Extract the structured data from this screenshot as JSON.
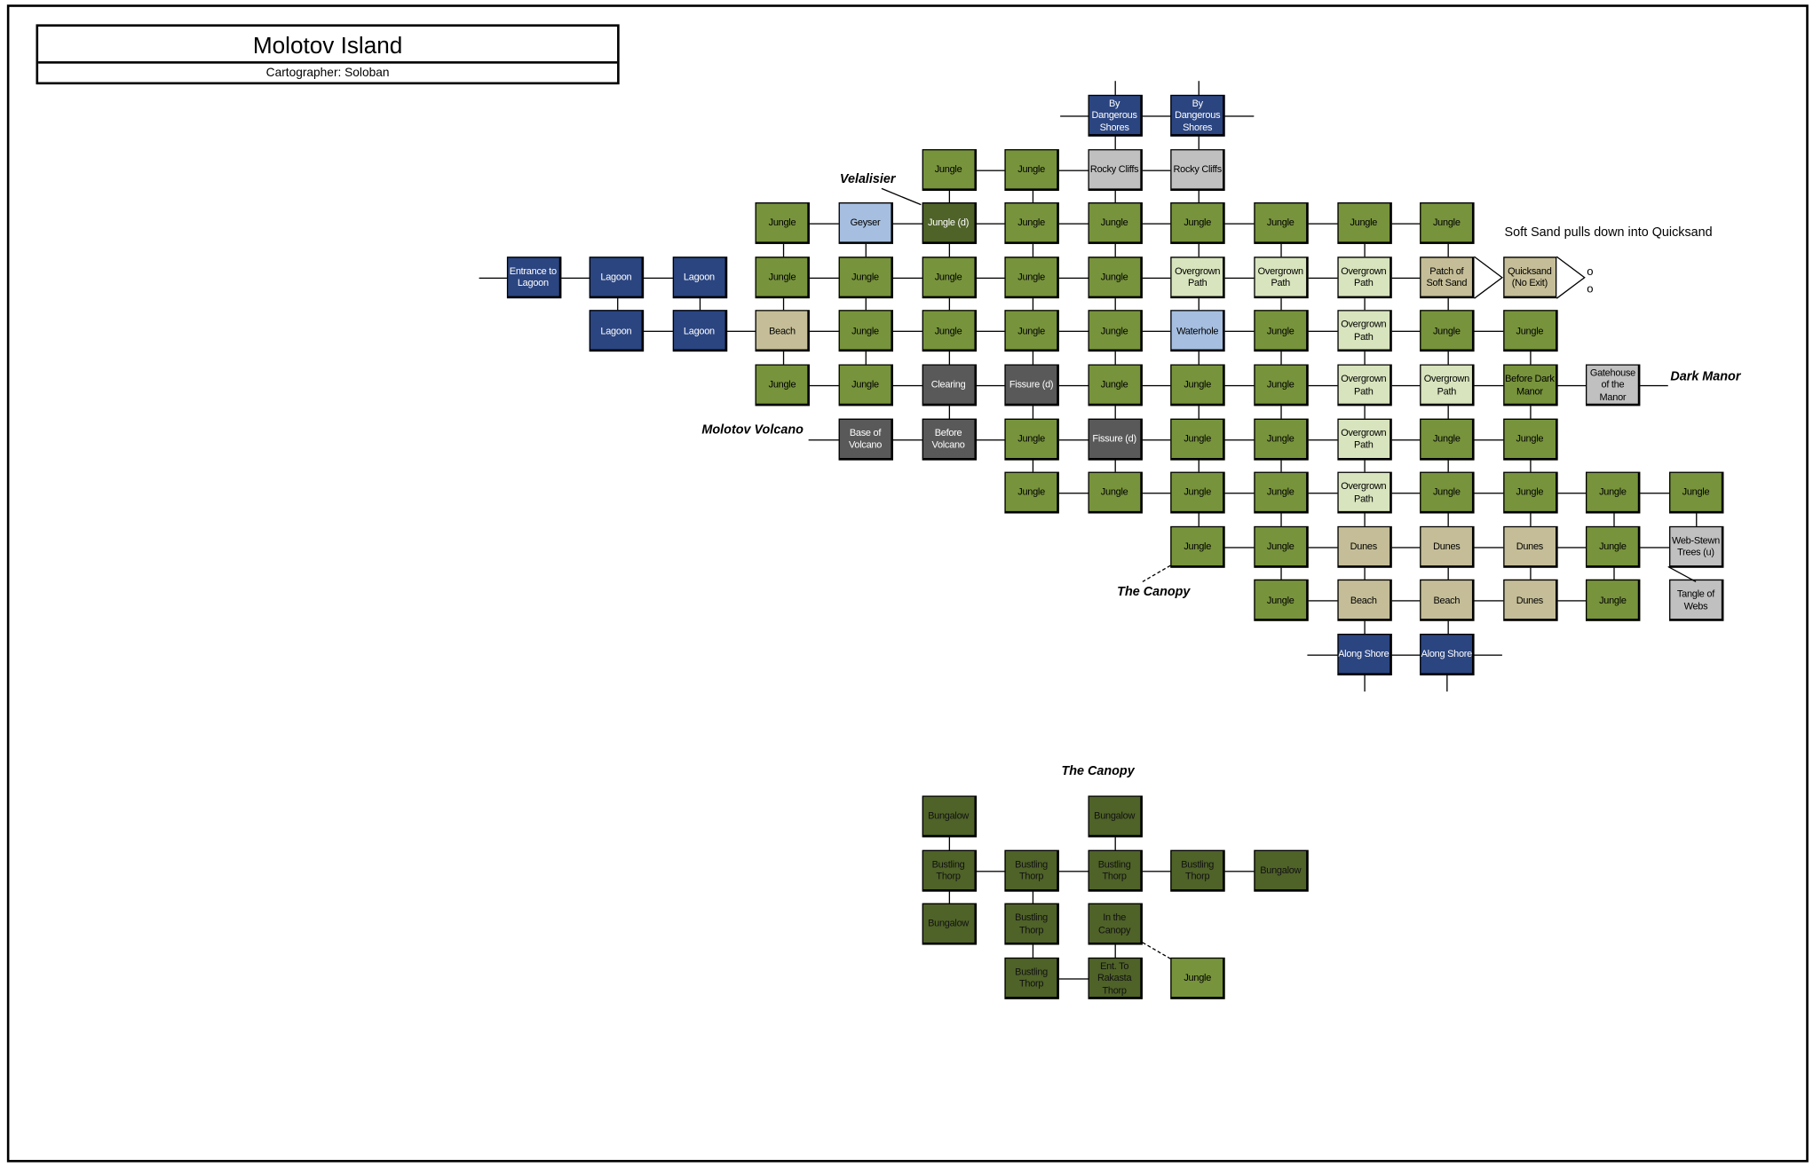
{
  "header": {
    "title": "Molotov Island",
    "subtitle": "Cartographer: Soloban"
  },
  "colors": {
    "navy": "#2b4581",
    "jungle": "#77933c",
    "djungle": "#4f6228",
    "sky": "#a6bfe0",
    "path": "#d8e4bd",
    "tan": "#c4bd97",
    "gray": "#c0c0c0",
    "dgray": "#595959"
  },
  "labels": {
    "velalisier": "Velalisier",
    "molotov_volcano": "Molotov Volcano",
    "dark_manor": "Dark Manor",
    "canopy_link": "The Canopy",
    "canopy_section": "The Canopy",
    "quicksand_note": "Soft Sand pulls down into Quicksand",
    "exit_marks": "o o"
  },
  "main_map": [
    [
      null,
      null,
      null,
      null,
      null,
      null,
      null,
      {
        "n": "By Dangerous Shores",
        "t": "navy"
      },
      {
        "n": "By Dangerous Shores",
        "t": "navy"
      }
    ],
    [
      null,
      null,
      null,
      null,
      null,
      {
        "n": "Jungle",
        "t": "jungle"
      },
      {
        "n": "Jungle",
        "t": "jungle"
      },
      {
        "n": "Rocky Cliffs",
        "t": "gray"
      },
      {
        "n": "Rocky Cliffs",
        "t": "gray"
      }
    ],
    [
      null,
      null,
      null,
      {
        "n": "Jungle",
        "t": "jungle"
      },
      {
        "n": "Geyser",
        "t": "sky"
      },
      {
        "n": "Jungle (d)",
        "t": "djungle"
      },
      {
        "n": "Jungle",
        "t": "jungle"
      },
      {
        "n": "Jungle",
        "t": "jungle"
      },
      {
        "n": "Jungle",
        "t": "jungle"
      },
      {
        "n": "Jungle",
        "t": "jungle"
      },
      {
        "n": "Jungle",
        "t": "jungle"
      },
      {
        "n": "Jungle",
        "t": "jungle"
      }
    ],
    [
      {
        "n": "Entrance to Lagoon",
        "t": "navy"
      },
      {
        "n": "Lagoon",
        "t": "navy"
      },
      {
        "n": "Lagoon",
        "t": "navy"
      },
      {
        "n": "Jungle",
        "t": "jungle"
      },
      {
        "n": "Jungle",
        "t": "jungle"
      },
      {
        "n": "Jungle",
        "t": "jungle"
      },
      {
        "n": "Jungle",
        "t": "jungle"
      },
      {
        "n": "Jungle",
        "t": "jungle"
      },
      {
        "n": "Overgrown Path",
        "t": "path"
      },
      {
        "n": "Overgrown Path",
        "t": "path"
      },
      {
        "n": "Overgrown Path",
        "t": "path"
      },
      {
        "n": "Patch of Soft Sand",
        "t": "tan"
      },
      {
        "n": "Quicksand (No Exit)",
        "t": "tan"
      }
    ],
    [
      null,
      {
        "n": "Lagoon",
        "t": "navy"
      },
      {
        "n": "Lagoon",
        "t": "navy"
      },
      {
        "n": "Beach",
        "t": "tan"
      },
      {
        "n": "Jungle",
        "t": "jungle"
      },
      {
        "n": "Jungle",
        "t": "jungle"
      },
      {
        "n": "Jungle",
        "t": "jungle"
      },
      {
        "n": "Jungle",
        "t": "jungle"
      },
      {
        "n": "Waterhole",
        "t": "sky"
      },
      {
        "n": "Jungle",
        "t": "jungle"
      },
      {
        "n": "Overgrown Path",
        "t": "path"
      },
      {
        "n": "Jungle",
        "t": "jungle"
      },
      {
        "n": "Jungle",
        "t": "jungle"
      }
    ],
    [
      null,
      null,
      null,
      {
        "n": "Jungle",
        "t": "jungle"
      },
      {
        "n": "Jungle",
        "t": "jungle"
      },
      {
        "n": "Clearing",
        "t": "dgray"
      },
      {
        "n": "Fissure (d)",
        "t": "dgray"
      },
      {
        "n": "Jungle",
        "t": "jungle"
      },
      {
        "n": "Jungle",
        "t": "jungle"
      },
      {
        "n": "Jungle",
        "t": "jungle"
      },
      {
        "n": "Overgrown Path",
        "t": "path"
      },
      {
        "n": "Overgrown Path",
        "t": "path"
      },
      {
        "n": "Before Dark Manor",
        "t": "jungle"
      },
      {
        "n": "Gatehouse of the Manor",
        "t": "gray"
      }
    ],
    [
      null,
      null,
      null,
      null,
      {
        "n": "Base of Volcano",
        "t": "dgray"
      },
      {
        "n": "Before Volcano",
        "t": "dgray"
      },
      {
        "n": "Jungle",
        "t": "jungle"
      },
      {
        "n": "Fissure (d)",
        "t": "dgray"
      },
      {
        "n": "Jungle",
        "t": "jungle"
      },
      {
        "n": "Jungle",
        "t": "jungle"
      },
      {
        "n": "Overgrown Path",
        "t": "path"
      },
      {
        "n": "Jungle",
        "t": "jungle"
      },
      {
        "n": "Jungle",
        "t": "jungle"
      }
    ],
    [
      null,
      null,
      null,
      null,
      null,
      null,
      {
        "n": "Jungle",
        "t": "jungle"
      },
      {
        "n": "Jungle",
        "t": "jungle"
      },
      {
        "n": "Jungle",
        "t": "jungle"
      },
      {
        "n": "Jungle",
        "t": "jungle"
      },
      {
        "n": "Overgrown Path",
        "t": "path"
      },
      {
        "n": "Jungle",
        "t": "jungle"
      },
      {
        "n": "Jungle",
        "t": "jungle"
      },
      {
        "n": "Jungle",
        "t": "jungle"
      },
      {
        "n": "Jungle",
        "t": "jungle"
      }
    ],
    [
      null,
      null,
      null,
      null,
      null,
      null,
      null,
      null,
      {
        "n": "Jungle",
        "t": "jungle"
      },
      {
        "n": "Jungle",
        "t": "jungle"
      },
      {
        "n": "Dunes",
        "t": "tan"
      },
      {
        "n": "Dunes",
        "t": "tan"
      },
      {
        "n": "Dunes",
        "t": "tan"
      },
      {
        "n": "Jungle",
        "t": "jungle"
      },
      {
        "n": "Web-Stewn Trees (u)",
        "t": "gray"
      }
    ],
    [
      null,
      null,
      null,
      null,
      null,
      null,
      null,
      null,
      null,
      {
        "n": "Jungle",
        "t": "jungle"
      },
      {
        "n": "Beach",
        "t": "tan"
      },
      {
        "n": "Beach",
        "t": "tan"
      },
      {
        "n": "Dunes",
        "t": "tan"
      },
      {
        "n": "Jungle",
        "t": "jungle"
      },
      {
        "n": "Tangle of Webs",
        "t": "gray"
      }
    ],
    [
      null,
      null,
      null,
      null,
      null,
      null,
      null,
      null,
      null,
      null,
      {
        "n": "Along Shore",
        "t": "navy"
      },
      {
        "n": "Along Shore",
        "t": "navy"
      }
    ]
  ],
  "canopy_map": [
    [
      {
        "n": "Bungalow",
        "t": "canopy"
      },
      null,
      {
        "n": "Bungalow",
        "t": "canopy"
      }
    ],
    [
      {
        "n": "Bustling Thorp",
        "t": "canopy"
      },
      {
        "n": "Bustling Thorp",
        "t": "canopy"
      },
      {
        "n": "Bustling Thorp",
        "t": "canopy"
      },
      {
        "n": "Bustling Thorp",
        "t": "canopy"
      },
      {
        "n": "Bungalow",
        "t": "canopy"
      }
    ],
    [
      {
        "n": "Bungalow",
        "t": "canopy"
      },
      {
        "n": "Bustling Thorp",
        "t": "canopy"
      },
      {
        "n": "In the Canopy",
        "t": "canopy"
      }
    ],
    [
      null,
      {
        "n": "Bustling Thorp",
        "t": "canopy"
      },
      {
        "n": "Ent. To Rakasta Thorp",
        "t": "canopy"
      },
      {
        "n": "Jungle",
        "t": "jungle"
      }
    ]
  ]
}
